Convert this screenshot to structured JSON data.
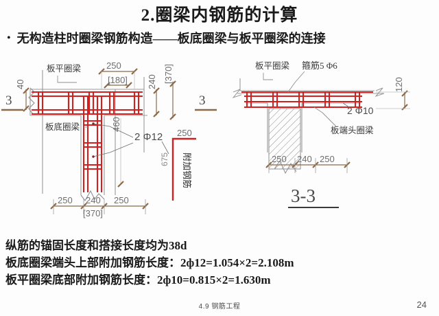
{
  "slide": {
    "title": "2.圈梁内钢筋的计算",
    "bullet_marker": "•",
    "bullet": "无构造柱时圈梁钢筋构造——板底圈梁与板平圈梁的连接"
  },
  "left_diagram": {
    "section_mark_left": "3",
    "section_mark_right": "3",
    "labels": {
      "top_beam": "板平圈梁",
      "bottom_beam": "板底圈梁",
      "rebar_spec": "2 Φ12",
      "added_rebar": "附加钢筋"
    },
    "dimensions": {
      "top_outer": "250",
      "top_inner": "[180]",
      "left_thickness": "40",
      "right_height": "240",
      "right_height_bracket": "[370]",
      "mid_height": "460",
      "drop_length": "675",
      "hook_length": "250",
      "bottom_left": "250",
      "bottom_mid": "240",
      "bottom_right": "250",
      "bottom_bracket": "[370]"
    }
  },
  "right_diagram": {
    "section_title": "3-3",
    "labels": {
      "top_beam": "板平圈梁",
      "stirrup": "箍筋5 Φ6",
      "rebar_spec": "2 Φ10",
      "end_beam": "板端头圈梁"
    },
    "dimensions": {
      "right_height": "120",
      "bottom_left": "250",
      "bottom_mid": "240",
      "bottom_right": "250"
    }
  },
  "notes": [
    "纵筋的锚固长度和搭接长度均为38d",
    "板底圈梁端头上部附加钢筋长度：2ф12=1.054×2=2.108m",
    "板平圈梁底部附加钢筋长度：2ф10=0.815×2=1.630m"
  ],
  "footer": {
    "text": "4.9 钢筋工程",
    "page_number": "24"
  },
  "colors": {
    "rebar_red": "#d12020",
    "dimension_brown": "#8a6a4a",
    "outline_gray": "#8f8f8f",
    "text_dark": "#3a3a3a"
  }
}
